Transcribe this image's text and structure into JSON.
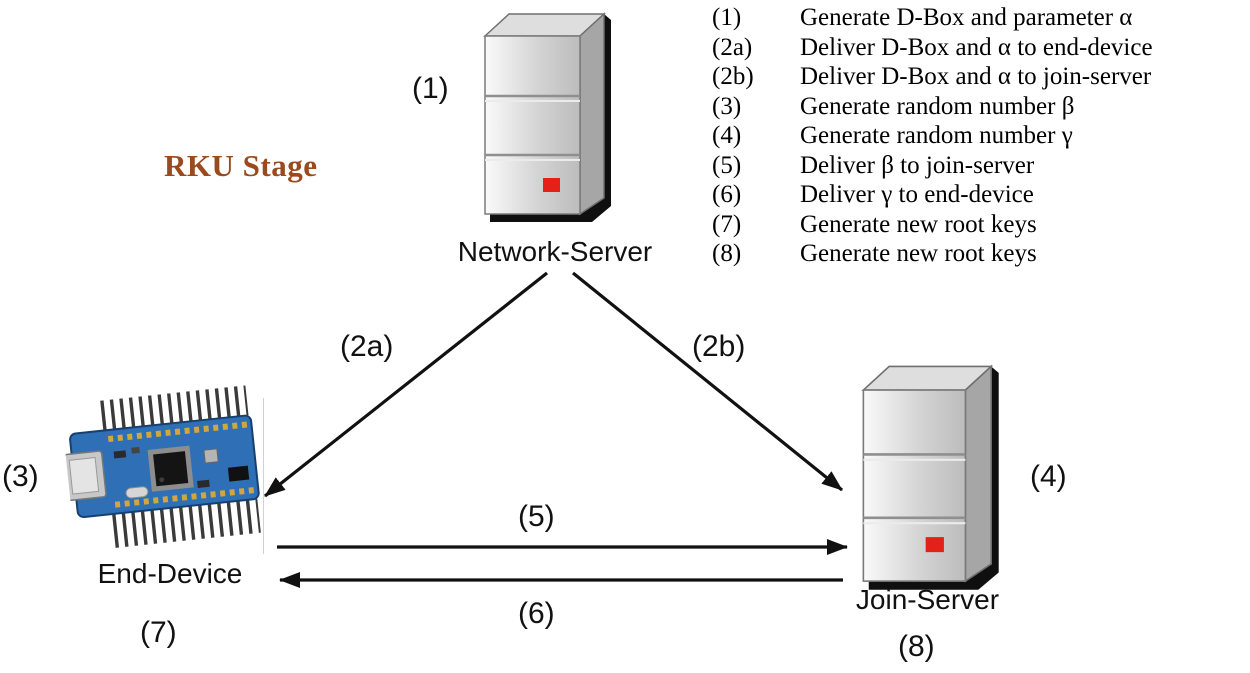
{
  "title": "RKU Stage",
  "colors": {
    "title_brown": "#9b4a1d",
    "indicator_red": "#e32119",
    "board_blue": "#2f6fb6",
    "arrow_black": "#111111"
  },
  "legend": {
    "items": [
      {
        "num": "(1)",
        "text": "Generate D-Box and parameter α"
      },
      {
        "num": "(2a)",
        "text": "Deliver D-Box and α to end-device"
      },
      {
        "num": "(2b)",
        "text": "Deliver D-Box and α to join-server"
      },
      {
        "num": "(3)",
        "text": "Generate random number β"
      },
      {
        "num": "(4)",
        "text": "Generate random number γ"
      },
      {
        "num": "(5)",
        "text": "Deliver β to join-server"
      },
      {
        "num": "(6)",
        "text": "Deliver γ to end-device"
      },
      {
        "num": "(7)",
        "text": "Generate new root keys"
      },
      {
        "num": "(8)",
        "text": "Generate new root keys"
      }
    ]
  },
  "nodes": {
    "network_server": {
      "label": "Network-Server",
      "step": "(1)"
    },
    "end_device": {
      "label": "End-Device",
      "step": "(3)",
      "step_result": "(7)"
    },
    "join_server": {
      "label": "Join-Server",
      "step": "(4)",
      "step_result": "(8)"
    }
  },
  "arrows": {
    "to_end_device": "(2a)",
    "to_join_server": "(2b)",
    "beta_to_join_server": "(5)",
    "gamma_to_end_device": "(6)"
  }
}
